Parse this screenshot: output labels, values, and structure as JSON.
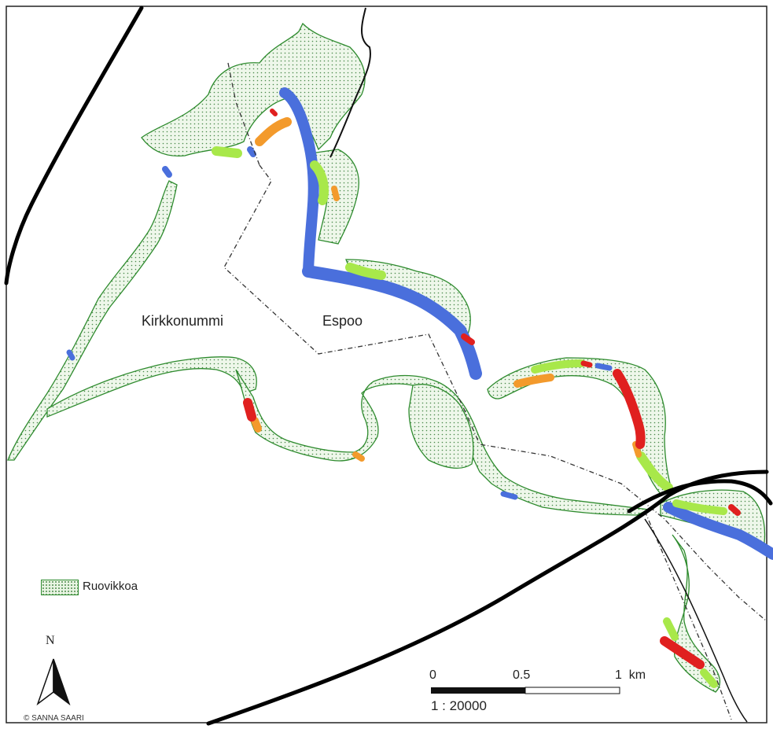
{
  "map": {
    "labels": {
      "municipality_west": "Kirkkonummi",
      "municipality_east": "Espoo"
    },
    "legend": {
      "label": "Ruovikkoa",
      "swatch": "reed-area-pattern"
    },
    "north_arrow": {
      "letter": "N",
      "icon": "north-arrow-icon"
    },
    "scale_bar": {
      "tick_0": "0",
      "tick_mid": "0.5",
      "tick_end": "1",
      "unit": "km",
      "ratio": "1 : 20000"
    },
    "copyright": "© SANNA SAARI",
    "colors": {
      "reed_fill": "#e8f4e2",
      "reed_outline": "#2e8b2e",
      "blue": "#4a6fdc",
      "light_green": "#a8e84a",
      "orange": "#f39a2c",
      "red": "#e0201f",
      "road": "#000000",
      "border": "#333333"
    }
  }
}
